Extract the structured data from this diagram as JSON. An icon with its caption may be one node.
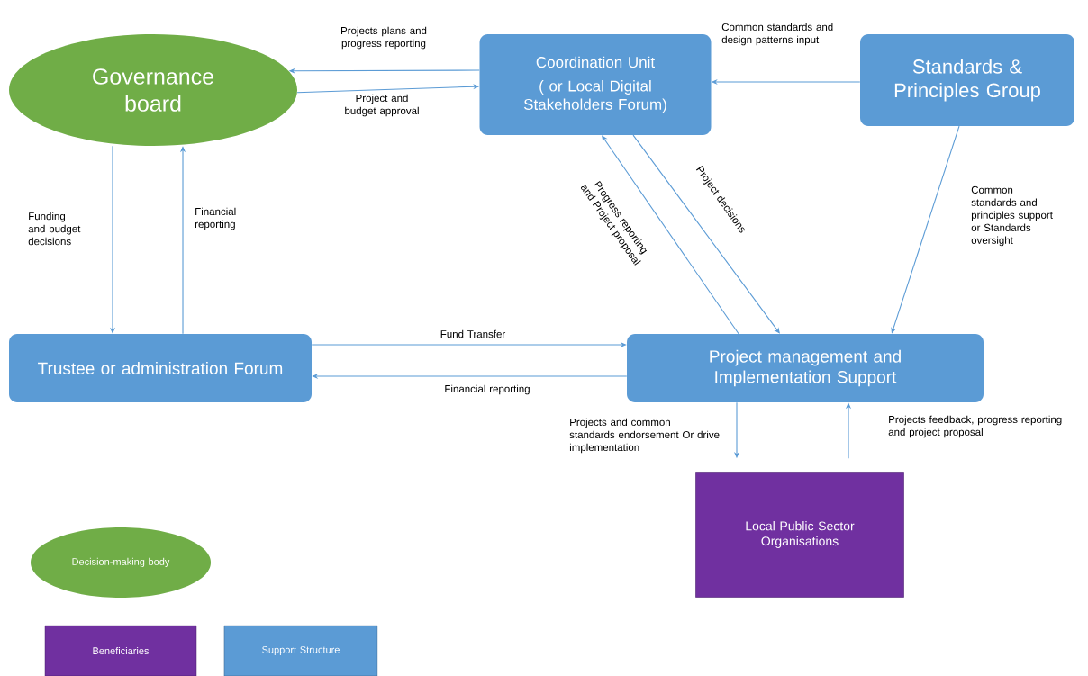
{
  "diagram": {
    "nodes": [
      {
        "text": [
          "Governance board"
        ]
      },
      {
        "text": [
          "Coordination Unit",
          "( or Local Digital Stakeholders Forum)"
        ]
      },
      {
        "text": [
          "Standards & Principles Group"
        ]
      },
      {
        "text": [
          "Trustee or administration Forum"
        ]
      },
      {
        "text": [
          "Project management and Implementation Support"
        ]
      },
      {
        "text": [
          "Local Public Sector Organisations"
        ]
      }
    ],
    "edges": [
      {
        "from": 1,
        "to": 0,
        "arrow": "to",
        "label": "Projects plans and progress reporting"
      },
      {
        "from": 0,
        "to": 1,
        "arrow": "to",
        "label": "Project and budget approval"
      },
      {
        "from": 2,
        "to": 1,
        "arrow": "to",
        "label": "Common standards and design patterns input"
      },
      {
        "from": 0,
        "to": 3,
        "arrow": "to",
        "label": "Funding and budget decisions"
      },
      {
        "from": 3,
        "to": 0,
        "arrow": "to",
        "label": "Financial reporting"
      },
      {
        "from": 3,
        "to": 4,
        "arrow": "to",
        "label": "Fund Transfer"
      },
      {
        "from": 4,
        "to": 3,
        "arrow": "to",
        "label": "Financial reporting"
      },
      {
        "from": 4,
        "to": 1,
        "arrow": "to",
        "label": "Progress reporting and Project proposal"
      },
      {
        "from": 1,
        "to": 4,
        "arrow": "to",
        "label": "Project decisions"
      },
      {
        "from": 2,
        "to": 4,
        "arrow": "to",
        "label": "Common standards and principles support or Standards oversight"
      },
      {
        "from": 4,
        "to": 5,
        "arrow": "to",
        "label": "Projects and common standards endorsement Or drive implementation"
      },
      {
        "from": 5,
        "to": 4,
        "arrow": "to",
        "label": "Projects feedback, progress reporting and project proposal"
      }
    ],
    "legend": [
      {
        "text": "Decision-making body",
        "color": "#70ad47"
      },
      {
        "text": "Beneficiaries",
        "color": "#7030a0"
      },
      {
        "text": "Support Structure",
        "color": "#5b9bd5"
      }
    ]
  }
}
